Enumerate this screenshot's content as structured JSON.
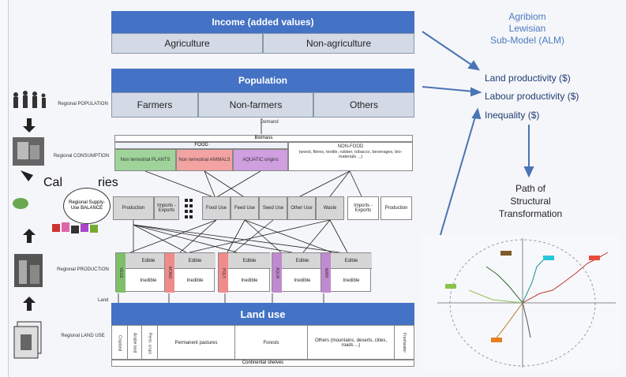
{
  "income": {
    "title": "Income (added values)",
    "agri": "Agriculture",
    "nonagri": "Non-agriculture"
  },
  "population": {
    "title": "Population",
    "farmers": "Farmers",
    "nonfarmers": "Non-farmers",
    "others": "Others"
  },
  "agribiom": {
    "line1": "Agribiom",
    "line2": "Lewisian",
    "line3": "Sub-Model (ALM)"
  },
  "outputs": {
    "land": "Land productivity ($)",
    "labour": "Labour productivity ($)",
    "inequality": "Inequality ($)"
  },
  "path": {
    "line1": "Path of",
    "line2": "Structural",
    "line3": "Transformation"
  },
  "side_labels": {
    "pop": "Regional POPULATION",
    "cons": "Regional CONSUMPTION",
    "prod": "Regional PRODUCTION",
    "land": "Regional LAND USE",
    "balance": "Regional Supply-Use BALANCE",
    "cal_left": "Cal",
    "cal_right": "ries"
  },
  "consumption": {
    "demand": "Demand",
    "biomass": "Biomass",
    "food": "FOOD",
    "nonfood": "NON-FOOD",
    "nonfood_detail": "(wood, fibres, textile, rubber, tobacco, beverages, bio-materials ...)",
    "plants": "Non terrestrial PLANTS",
    "animals": "Non terrestrial ANIMALS",
    "aquatic": "AQUATIC origins"
  },
  "balance": {
    "production": "Production",
    "imports_exports": "Imports - Exports",
    "food_use": "Food Use",
    "feed_use": "Feed Use",
    "seed_use": "Seed Use",
    "other_use": "Other Use",
    "waste": "Waste",
    "imports_exports2": "Imports - Exports",
    "production2": "Production"
  },
  "production": {
    "edible": "Edible",
    "inedible": "Inedible",
    "blocks": [
      {
        "code": "VEGE",
        "color": "#7fbf6a"
      },
      {
        "code": "MONO",
        "color": "#f08b8b"
      },
      {
        "code": "POLY",
        "color": "#f08b8b"
      },
      {
        "code": "AQUA",
        "color": "#c08ad0"
      },
      {
        "code": "MARI",
        "color": "#c08ad0"
      }
    ]
  },
  "land_use": {
    "title": "Land use",
    "label_left": "Land",
    "cropland": "Cropland",
    "cols1": "Arable land",
    "cols2": "Perm. crops",
    "pastures": "Permanent pastures",
    "forests": "Forests",
    "others": "Others (mountains, deserts, cities, roads ...)",
    "freshwater": "Freshwater",
    "continental": "Continental shelves"
  },
  "colors": {
    "header": "#4472c4",
    "subcell": "#d3dae6",
    "arrow": "#4a74b4"
  }
}
